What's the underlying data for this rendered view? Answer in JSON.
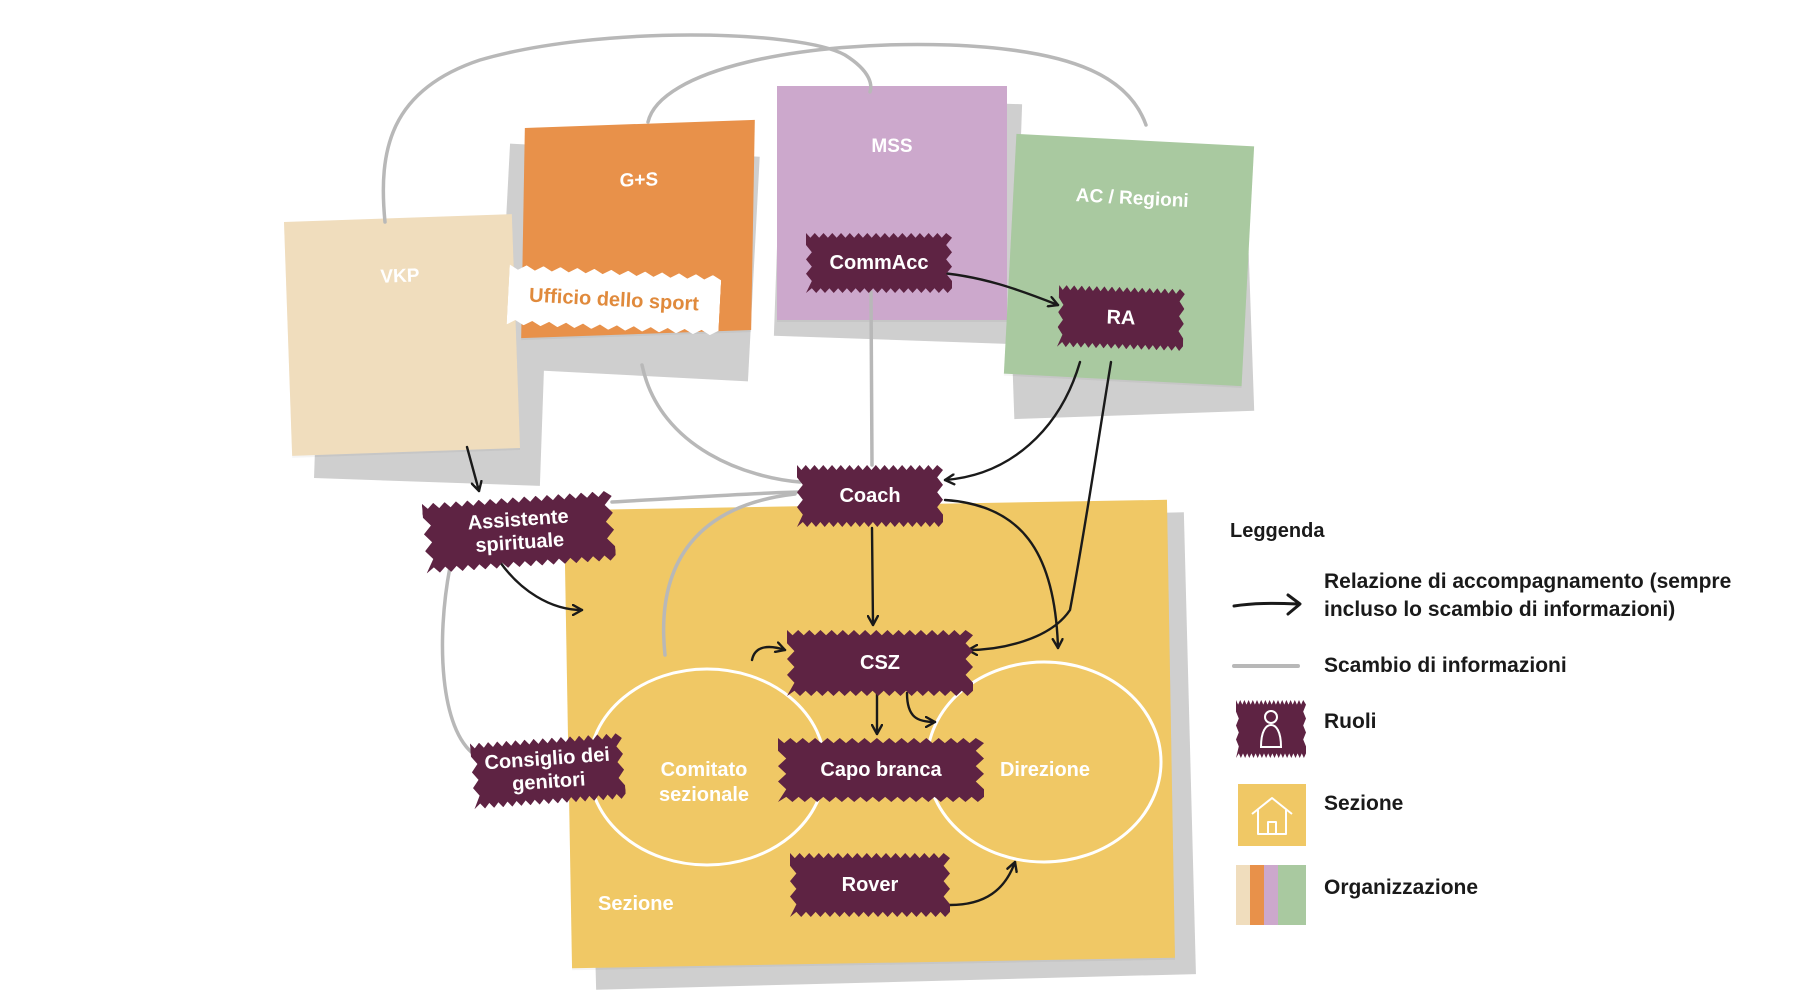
{
  "organizations": {
    "vkp": "VKP",
    "gs": "G+S",
    "mss": "MSS",
    "ac_regioni": "AC / Regioni",
    "ufficio_sport": "Ufficio dello sport"
  },
  "roles": {
    "commacc": "CommAcc",
    "ra": "RA",
    "coach": "Coach",
    "assistente": "Assistente spirituale",
    "csz": "CSZ",
    "capo_branca": "Capo branca",
    "consiglio": "Consiglio dei genitori",
    "rover": "Rover"
  },
  "groups": {
    "comitato": "Comitato sezionale",
    "direzione": "Direzione",
    "sezione": "Sezione"
  },
  "legend": {
    "title": "Leggenda",
    "accompaniment": "Relazione di accompagnamento (sempre incluso lo scambio di informazioni)",
    "info_exchange": "Scambio di informazioni",
    "roles": "Ruoli",
    "section": "Sezione",
    "organization": "Organizzazione"
  },
  "colors": {
    "vkp": "#f0ddbd",
    "gs": "#e8914a",
    "mss": "#cca8cc",
    "ac_regioni": "#a9c9a0",
    "sezione": "#f0c865",
    "role": "#5e2343",
    "info_line": "#b8b8b8",
    "arrow": "#1a1a1a"
  }
}
